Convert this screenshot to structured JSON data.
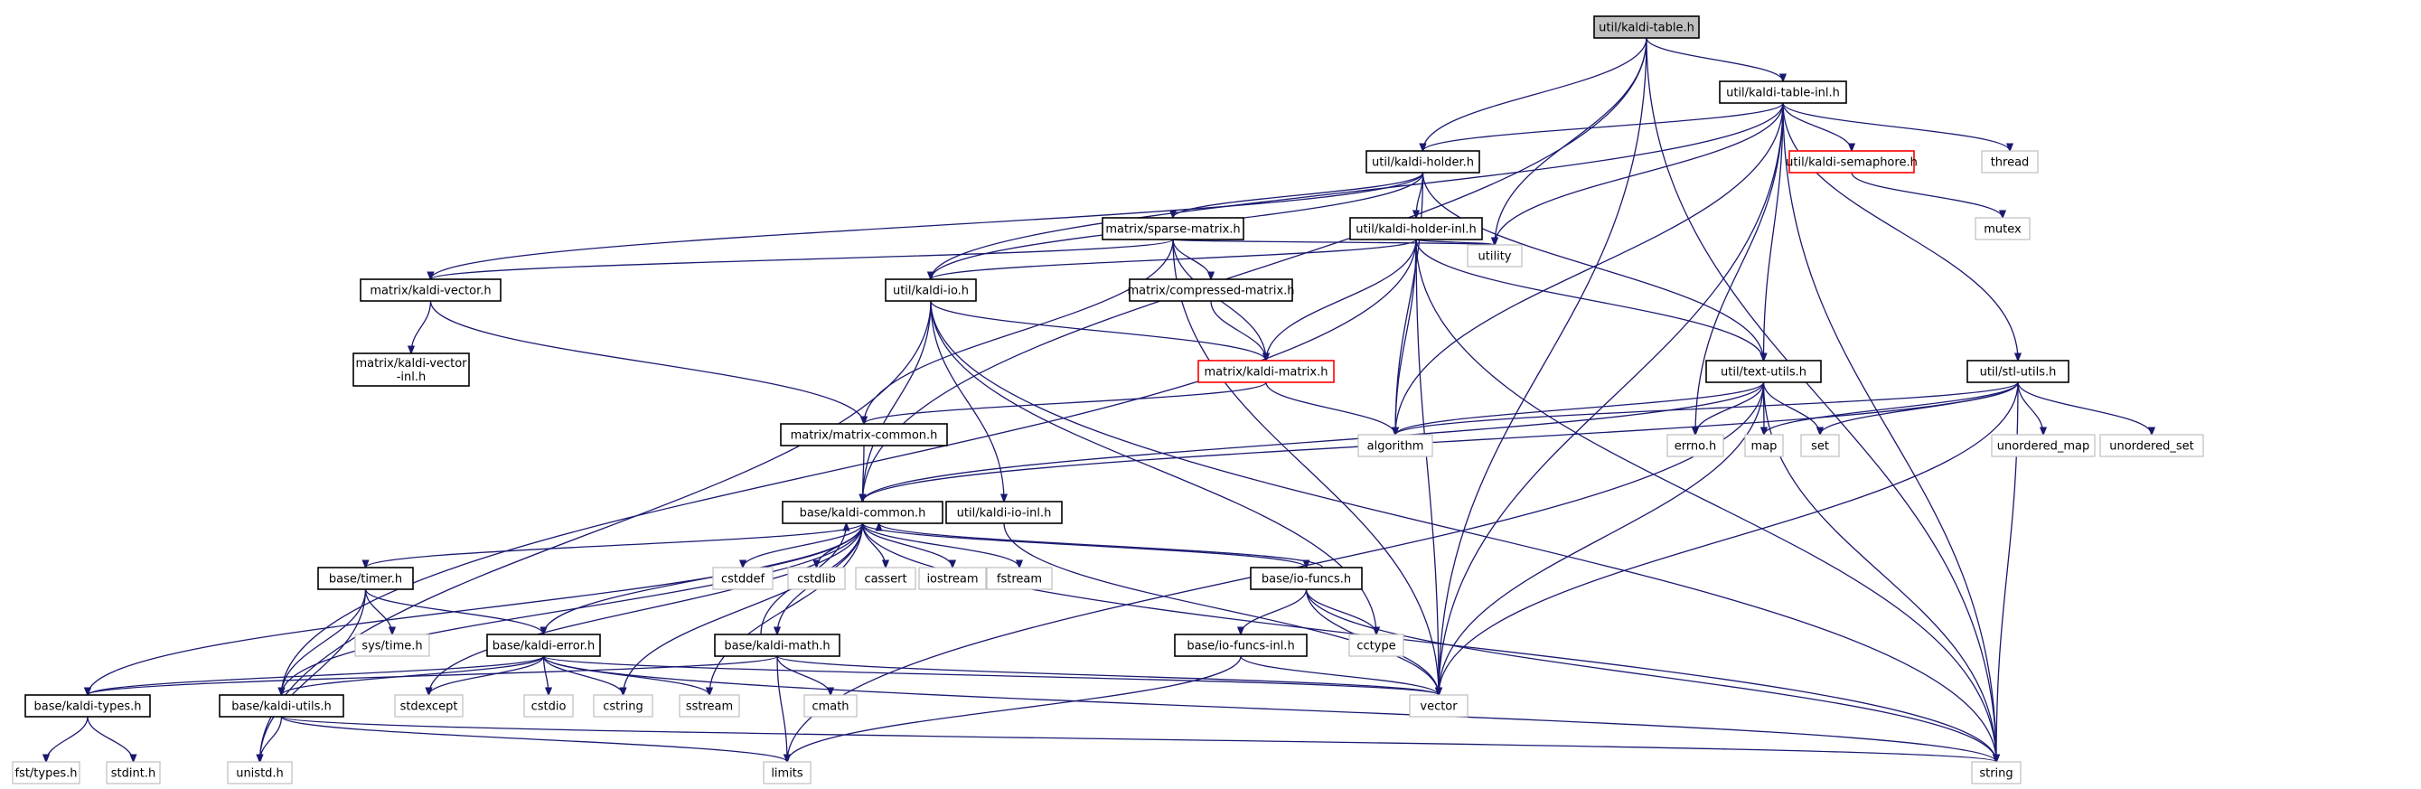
{
  "graph": {
    "nodes": [
      {
        "id": "root",
        "label": "util/kaldi-table.h",
        "kind": "root"
      },
      {
        "id": "tinl",
        "label": "util/kaldi-table-inl.h",
        "kind": "header"
      },
      {
        "id": "holder",
        "label": "util/kaldi-holder.h",
        "kind": "header"
      },
      {
        "id": "sema",
        "label": "util/kaldi-semaphore.h",
        "kind": "red"
      },
      {
        "id": "thread",
        "label": "thread",
        "kind": "system"
      },
      {
        "id": "mutex",
        "label": "mutex",
        "kind": "system"
      },
      {
        "id": "sparse",
        "label": "matrix/sparse-matrix.h",
        "kind": "header"
      },
      {
        "id": "hinl",
        "label": "util/kaldi-holder-inl.h",
        "kind": "header"
      },
      {
        "id": "utility",
        "label": "utility",
        "kind": "system"
      },
      {
        "id": "kvec",
        "label": "matrix/kaldi-vector.h",
        "kind": "header"
      },
      {
        "id": "kio",
        "label": "util/kaldi-io.h",
        "kind": "header"
      },
      {
        "id": "cmat",
        "label": "matrix/compressed-matrix.h",
        "kind": "header"
      },
      {
        "id": "kvinl",
        "label": "matrix/kaldi-vector\n-inl.h",
        "kind": "header"
      },
      {
        "id": "kmat",
        "label": "matrix/kaldi-matrix.h",
        "kind": "red"
      },
      {
        "id": "text",
        "label": "util/text-utils.h",
        "kind": "header"
      },
      {
        "id": "stl",
        "label": "util/stl-utils.h",
        "kind": "header"
      },
      {
        "id": "mcommon",
        "label": "matrix/matrix-common.h",
        "kind": "header"
      },
      {
        "id": "algorithm",
        "label": "algorithm",
        "kind": "system"
      },
      {
        "id": "errno",
        "label": "errno.h",
        "kind": "system"
      },
      {
        "id": "map",
        "label": "map",
        "kind": "system"
      },
      {
        "id": "set",
        "label": "set",
        "kind": "system"
      },
      {
        "id": "umap",
        "label": "unordered_map",
        "kind": "system"
      },
      {
        "id": "uset",
        "label": "unordered_set",
        "kind": "system"
      },
      {
        "id": "kcommon",
        "label": "base/kaldi-common.h",
        "kind": "header"
      },
      {
        "id": "kioinl",
        "label": "util/kaldi-io-inl.h",
        "kind": "header"
      },
      {
        "id": "cstddef",
        "label": "cstddef",
        "kind": "system"
      },
      {
        "id": "cstdlib",
        "label": "cstdlib",
        "kind": "system"
      },
      {
        "id": "cassert",
        "label": "cassert",
        "kind": "system"
      },
      {
        "id": "iostream",
        "label": "iostream",
        "kind": "system"
      },
      {
        "id": "fstream",
        "label": "fstream",
        "kind": "system"
      },
      {
        "id": "timer",
        "label": "base/timer.h",
        "kind": "header"
      },
      {
        "id": "iofuncs",
        "label": "base/io-funcs.h",
        "kind": "header"
      },
      {
        "id": "systime",
        "label": "sys/time.h",
        "kind": "system"
      },
      {
        "id": "kerror",
        "label": "base/kaldi-error.h",
        "kind": "header"
      },
      {
        "id": "kmath",
        "label": "base/kaldi-math.h",
        "kind": "header"
      },
      {
        "id": "cctype",
        "label": "cctype",
        "kind": "system"
      },
      {
        "id": "ioinl",
        "label": "base/io-funcs-inl.h",
        "kind": "header"
      },
      {
        "id": "ktypes",
        "label": "base/kaldi-types.h",
        "kind": "header"
      },
      {
        "id": "kutils",
        "label": "base/kaldi-utils.h",
        "kind": "header"
      },
      {
        "id": "stdexcept",
        "label": "stdexcept",
        "kind": "system"
      },
      {
        "id": "cstdio",
        "label": "cstdio",
        "kind": "system"
      },
      {
        "id": "cstring",
        "label": "cstring",
        "kind": "system"
      },
      {
        "id": "sstream",
        "label": "sstream",
        "kind": "system"
      },
      {
        "id": "cmath",
        "label": "cmath",
        "kind": "system"
      },
      {
        "id": "vector",
        "label": "vector",
        "kind": "system"
      },
      {
        "id": "fst",
        "label": "fst/types.h",
        "kind": "system"
      },
      {
        "id": "stdint",
        "label": "stdint.h",
        "kind": "system"
      },
      {
        "id": "unistd",
        "label": "unistd.h",
        "kind": "system"
      },
      {
        "id": "limits",
        "label": "limits",
        "kind": "system"
      },
      {
        "id": "string",
        "label": "string",
        "kind": "system"
      }
    ],
    "edges": [
      [
        "root",
        "tinl"
      ],
      [
        "root",
        "holder"
      ],
      [
        "root",
        "kcommon"
      ],
      [
        "root",
        "utility"
      ],
      [
        "root",
        "vector"
      ],
      [
        "root",
        "string"
      ],
      [
        "tinl",
        "holder"
      ],
      [
        "tinl",
        "kio"
      ],
      [
        "tinl",
        "sema"
      ],
      [
        "tinl",
        "thread"
      ],
      [
        "tinl",
        "utility"
      ],
      [
        "tinl",
        "algorithm"
      ],
      [
        "tinl",
        "text"
      ],
      [
        "tinl",
        "stl"
      ],
      [
        "tinl",
        "errno"
      ],
      [
        "tinl",
        "vector"
      ],
      [
        "tinl",
        "string"
      ],
      [
        "sema",
        "mutex"
      ],
      [
        "holder",
        "sparse"
      ],
      [
        "holder",
        "hinl"
      ],
      [
        "holder",
        "kio"
      ],
      [
        "holder",
        "kvec"
      ],
      [
        "holder",
        "text"
      ],
      [
        "holder",
        "algorithm"
      ],
      [
        "sparse",
        "kvec"
      ],
      [
        "sparse",
        "kmat"
      ],
      [
        "sparse",
        "cmat"
      ],
      [
        "sparse",
        "mcommon"
      ],
      [
        "sparse",
        "utility"
      ],
      [
        "sparse",
        "vector"
      ],
      [
        "hinl",
        "kio"
      ],
      [
        "hinl",
        "kmat"
      ],
      [
        "hinl",
        "text"
      ],
      [
        "hinl",
        "kutils"
      ],
      [
        "hinl",
        "utility"
      ],
      [
        "hinl",
        "algorithm"
      ],
      [
        "hinl",
        "vector"
      ],
      [
        "hinl",
        "string"
      ],
      [
        "kvec",
        "kvinl"
      ],
      [
        "kvec",
        "mcommon"
      ],
      [
        "kio",
        "kmat"
      ],
      [
        "kio",
        "kcommon"
      ],
      [
        "kio",
        "kioinl"
      ],
      [
        "kio",
        "cctype"
      ],
      [
        "kio",
        "unistd"
      ],
      [
        "kio",
        "string"
      ],
      [
        "cmat",
        "kmat"
      ],
      [
        "kmat",
        "algorithm"
      ],
      [
        "kmat",
        "mcommon"
      ],
      [
        "text",
        "algorithm"
      ],
      [
        "text",
        "errno"
      ],
      [
        "text",
        "map"
      ],
      [
        "text",
        "set"
      ],
      [
        "text",
        "kcommon"
      ],
      [
        "text",
        "limits"
      ],
      [
        "text",
        "vector"
      ],
      [
        "text",
        "string"
      ],
      [
        "stl",
        "algorithm"
      ],
      [
        "stl",
        "map"
      ],
      [
        "stl",
        "set"
      ],
      [
        "stl",
        "umap"
      ],
      [
        "stl",
        "uset"
      ],
      [
        "stl",
        "kcommon"
      ],
      [
        "stl",
        "vector"
      ],
      [
        "stl",
        "string"
      ],
      [
        "mcommon",
        "kcommon"
      ],
      [
        "kcommon",
        "timer"
      ],
      [
        "kcommon",
        "kerror"
      ],
      [
        "kcommon",
        "kmath"
      ],
      [
        "kcommon",
        "iofuncs"
      ],
      [
        "kcommon",
        "ktypes"
      ],
      [
        "kcommon",
        "kutils"
      ],
      [
        "kcommon",
        "cstddef"
      ],
      [
        "kcommon",
        "cstdlib"
      ],
      [
        "kcommon",
        "cassert"
      ],
      [
        "kcommon",
        "iostream"
      ],
      [
        "kcommon",
        "fstream"
      ],
      [
        "kcommon",
        "stdexcept"
      ],
      [
        "kcommon",
        "cstring"
      ],
      [
        "kcommon",
        "sstream"
      ],
      [
        "kcommon",
        "string"
      ],
      [
        "kioinl",
        "vector"
      ],
      [
        "timer",
        "systime"
      ],
      [
        "timer",
        "kerror"
      ],
      [
        "timer",
        "kutils"
      ],
      [
        "timer",
        "unistd"
      ],
      [
        "iofuncs",
        "kcommon"
      ],
      [
        "iofuncs",
        "ioinl"
      ],
      [
        "iofuncs",
        "cctype"
      ],
      [
        "iofuncs",
        "vector"
      ],
      [
        "iofuncs",
        "string"
      ],
      [
        "ioinl",
        "vector"
      ],
      [
        "ioinl",
        "limits"
      ],
      [
        "kerror",
        "ktypes"
      ],
      [
        "kerror",
        "kutils"
      ],
      [
        "kerror",
        "stdexcept"
      ],
      [
        "kerror",
        "cstdio"
      ],
      [
        "kerror",
        "cstring"
      ],
      [
        "kerror",
        "sstream"
      ],
      [
        "kerror",
        "vector"
      ],
      [
        "kerror",
        "string"
      ],
      [
        "kmath",
        "kcommon"
      ],
      [
        "kmath",
        "ktypes"
      ],
      [
        "kmath",
        "cmath"
      ],
      [
        "kmath",
        "limits"
      ],
      [
        "kmath",
        "vector"
      ],
      [
        "ktypes",
        "fst"
      ],
      [
        "ktypes",
        "stdint"
      ],
      [
        "kutils",
        "unistd"
      ],
      [
        "kutils",
        "limits"
      ],
      [
        "kutils",
        "string"
      ]
    ]
  }
}
